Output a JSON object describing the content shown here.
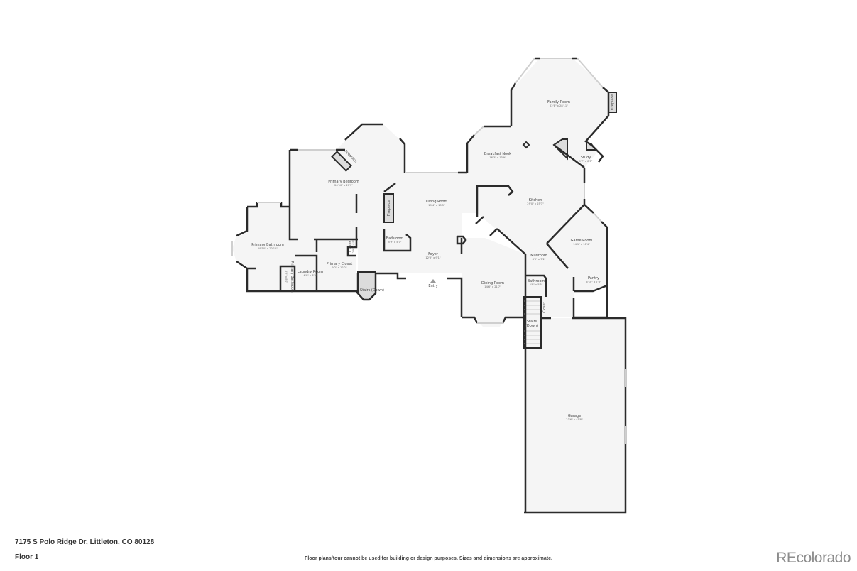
{
  "floor_plan": {
    "address": "7175 S Polo Ridge Dr, Littleton, CO 80128",
    "floor": "Floor 1",
    "disclaimer": "Floor plans/tour cannot be used for building or design purposes. Sizes and dimensions are approximate.",
    "brand": "REcolorado",
    "colors": {
      "wall": "#2b2b2b",
      "floor": "#f5f5f5",
      "feature": "#dcdcdc",
      "window": "#cfcfcf"
    },
    "rooms": [
      {
        "name": "Family Room",
        "dims": "22'8\" x 28'11\""
      },
      {
        "name": "Breakfast Nook",
        "dims": "16'3\" x 13'9\""
      },
      {
        "name": "Study",
        "dims": "9'7\" x 8'6\""
      },
      {
        "name": "Kitchen",
        "dims": "29'0\" x 25'3\""
      },
      {
        "name": "Primary Bedroom",
        "dims": "26'10\" x 27'7\""
      },
      {
        "name": "Living Room",
        "dims": "19'4\" x 15'5\""
      },
      {
        "name": "Bathroom",
        "dims": "5'9\" x 5'7\""
      },
      {
        "name": "Closet",
        "dims": "2'9\" x 4'9\""
      },
      {
        "name": "Primary Bathroom",
        "dims": "19'10\" x 20'11\""
      },
      {
        "name": "Primary Bathroom",
        "dims": "3'2\" x 8'7\""
      },
      {
        "name": "Laundry Room",
        "dims": "6'9\" x 8'2\""
      },
      {
        "name": "Primary Closet",
        "dims": "9'2\" x 12'2\""
      },
      {
        "name": "Foyer",
        "dims": "12'5\" x 9'1\""
      },
      {
        "name": "Game Room",
        "dims": "14'1\" x 16'4\""
      },
      {
        "name": "Mudroom",
        "dims": "8'0\" x 7'2\""
      },
      {
        "name": "Pantry",
        "dims": "6'10\" x 7'3\""
      },
      {
        "name": "Dining Room",
        "dims": "14'6\" x 21'7\""
      },
      {
        "name": "Bathroom",
        "dims": "5'8\" x 5'5\""
      },
      {
        "name": "Garage",
        "dims": "23'6\" x 45'8\""
      }
    ],
    "features": {
      "fireplace": "Fireplace",
      "stairs_down": "Stairs (Down)",
      "stairs": "Stairs",
      "down": "(Down)",
      "closet": "Closet",
      "entry": "Entry"
    }
  }
}
